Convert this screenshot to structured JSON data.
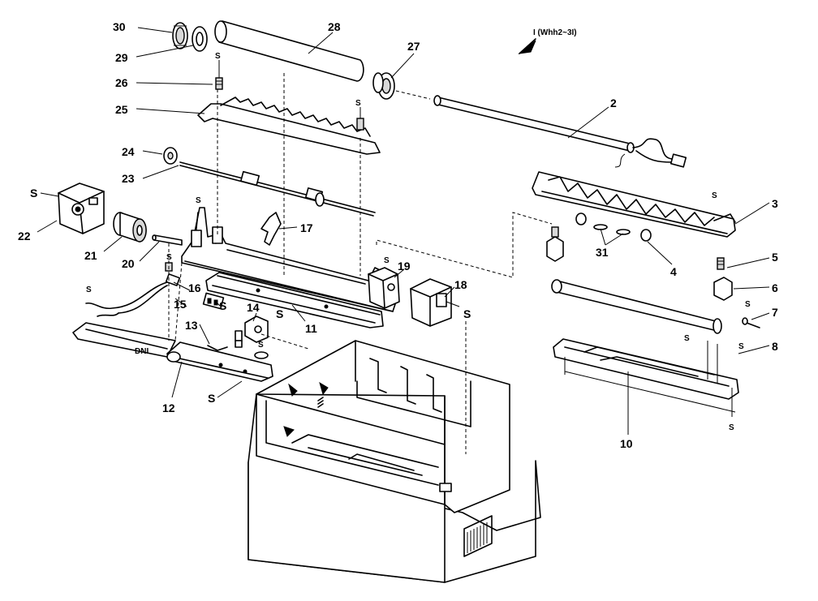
{
  "view_ref": "I (Whh2~3I)",
  "callouts": {
    "c30": "30",
    "c29": "29",
    "c28": "28",
    "c27": "27",
    "c26": "26",
    "c25": "25",
    "c24": "24",
    "c23": "23",
    "c22": "22",
    "c21": "21",
    "c20": "20",
    "c19": "19",
    "c18": "18",
    "c17": "17",
    "c16": "16",
    "c15": "15",
    "c14": "14",
    "c13": "13",
    "c12": "12",
    "c11": "11",
    "c10": "10",
    "c8": "8",
    "c7": "7",
    "c6": "6",
    "c5": "5",
    "c4": "4",
    "c3": "3",
    "c2": "2",
    "c31": "31"
  },
  "screw": "S",
  "colors": {
    "line": "#000000",
    "paper": "#ffffff"
  }
}
